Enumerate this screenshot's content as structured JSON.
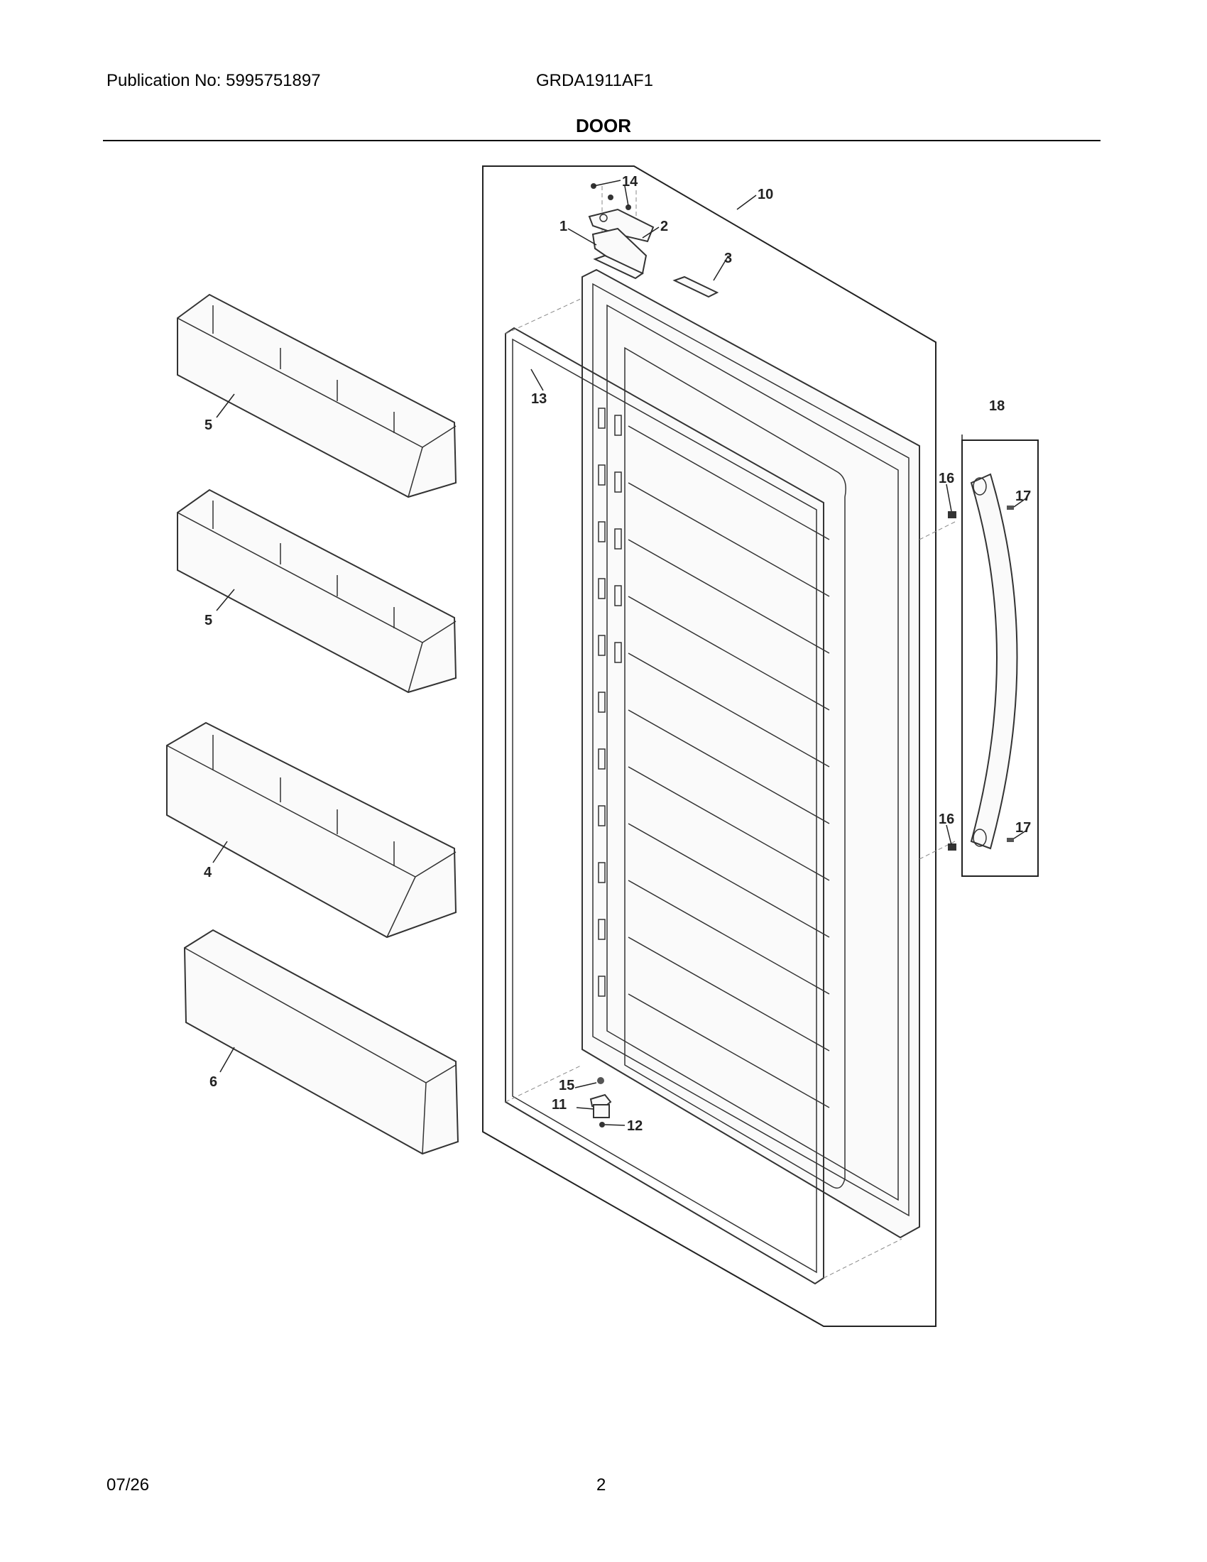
{
  "header": {
    "publication": "Publication No: 5995751897",
    "model": "GRDA1911AF1",
    "section_title": "DOOR"
  },
  "footer": {
    "date": "07/26",
    "page_number": "2"
  },
  "callouts": {
    "c1": "1",
    "c2": "2",
    "c3": "3",
    "c4": "4",
    "c5a": "5",
    "c5b": "5",
    "c6": "6",
    "c10": "10",
    "c11": "11",
    "c12": "12",
    "c13": "13",
    "c14": "14",
    "c15": "15",
    "c16a": "16",
    "c16b": "16",
    "c17a": "17",
    "c17b": "17",
    "c18": "18"
  }
}
